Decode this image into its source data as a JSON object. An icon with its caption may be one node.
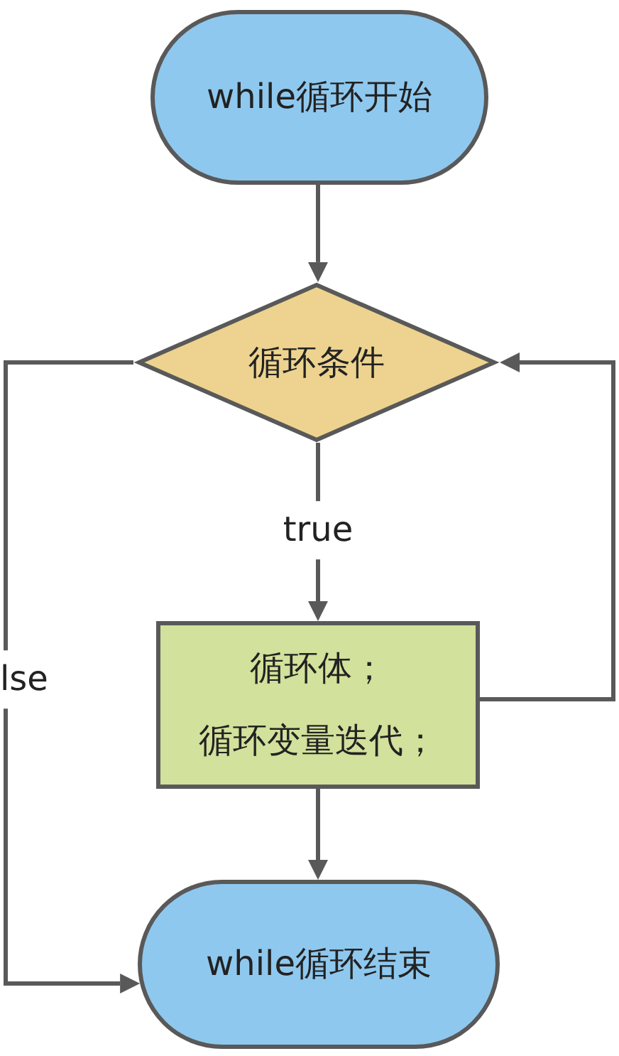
{
  "diagram": {
    "nodes": [
      {
        "text": [
          "while循环开始"
        ]
      },
      {
        "text": [
          "循环条件"
        ]
      },
      {
        "text": [
          "循环体；",
          "循环变量迭代；"
        ]
      },
      {
        "text": [
          "while循环结束"
        ]
      }
    ],
    "edges": [
      {
        "from": 0,
        "to": 1,
        "arrow": "to"
      },
      {
        "from": 1,
        "to": 2,
        "arrow": "to",
        "label": "true"
      },
      {
        "from": 2,
        "to": 1,
        "arrow": "to"
      },
      {
        "from": 1,
        "to": 3,
        "arrow": "to",
        "label": "lse"
      },
      {
        "from": 2,
        "to": 3,
        "arrow": "to"
      }
    ]
  }
}
